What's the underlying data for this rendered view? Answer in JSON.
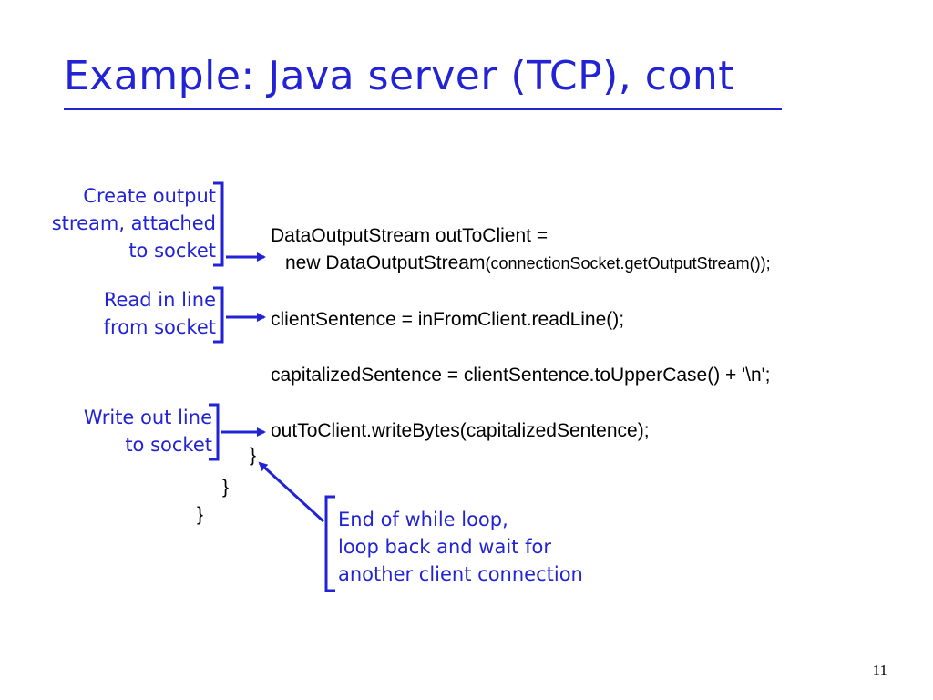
{
  "slide": {
    "title": "Example: Java server (TCP), cont",
    "page_number": "11",
    "accent_color": "#2323d6"
  },
  "callouts": {
    "create_output": [
      "Create output",
      "stream, attached",
      "to socket"
    ],
    "read_line": [
      "Read in  line",
      "from socket"
    ],
    "write_line": [
      "Write out line",
      "to socket"
    ],
    "end_loop": [
      "End of while loop,",
      "loop back and wait for",
      "another client connection"
    ]
  },
  "code": {
    "line1": "DataOutputStream  outToClient =",
    "line2_main": "new DataOutputStream",
    "line2_args": "(connectionSocket.getOutputStream());",
    "line3": "clientSentence = inFromClient.readLine();",
    "line4": "capitalizedSentence = clientSentence.toUpperCase() + '\\n';",
    "line5": "outToClient.writeBytes(capitalizedSentence);",
    "brace1": "}",
    "brace2": "}",
    "brace3": "}"
  }
}
